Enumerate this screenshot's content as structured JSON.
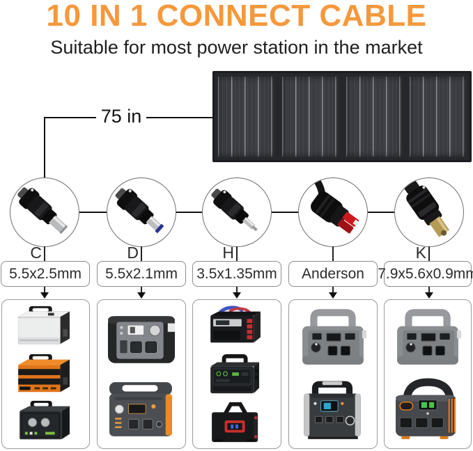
{
  "page": {
    "title": "10 IN 1 CONNECT CABLE",
    "subtitle": "Suitable for most power station in the market"
  },
  "cable": {
    "length_label": "75 in"
  },
  "solar_panel": {
    "type": "foldable-4-panel-solar-panel",
    "panel_count": 4
  },
  "connectors": [
    {
      "letter": "C",
      "size_label": "5.5x2.5mm",
      "icon": "dc-barrel-plug-icon"
    },
    {
      "letter": "D",
      "size_label": "5.5x2.1mm",
      "icon": "dc-barrel-plug-icon"
    },
    {
      "letter": "H",
      "size_label": "3.5x1.35mm",
      "icon": "dc-barrel-plug-icon"
    },
    {
      "letter": "",
      "size_label": "Anderson",
      "icon": "anderson-plug-icon"
    },
    {
      "letter": "K",
      "size_label": "7.9x5.6x0.9mm",
      "icon": "dc-barrel-plug-icon"
    }
  ],
  "compatibility": [
    {
      "connector": "C",
      "devices": [
        "silver-power-station",
        "orange-power-station",
        "dark-dial-power-station"
      ]
    },
    {
      "connector": "D",
      "devices": [
        "gray-panel-power-station",
        "orange-trim-power-station"
      ]
    },
    {
      "connector": "H",
      "devices": [
        "red-port-power-bank",
        "green-accent-power-station",
        "red-display-power-station"
      ]
    },
    {
      "connector": "Anderson",
      "devices": [
        "gray-handle-power-station",
        "silver-edge-power-station"
      ]
    },
    {
      "connector": "K",
      "devices": [
        "gray-handle-power-station",
        "orange-vent-power-station"
      ]
    }
  ],
  "colors": {
    "accent_orange": "#F5983C",
    "text_dark": "#1E1E1E",
    "line_black": "#111111",
    "box_border_gray": "#8C8C8C"
  }
}
